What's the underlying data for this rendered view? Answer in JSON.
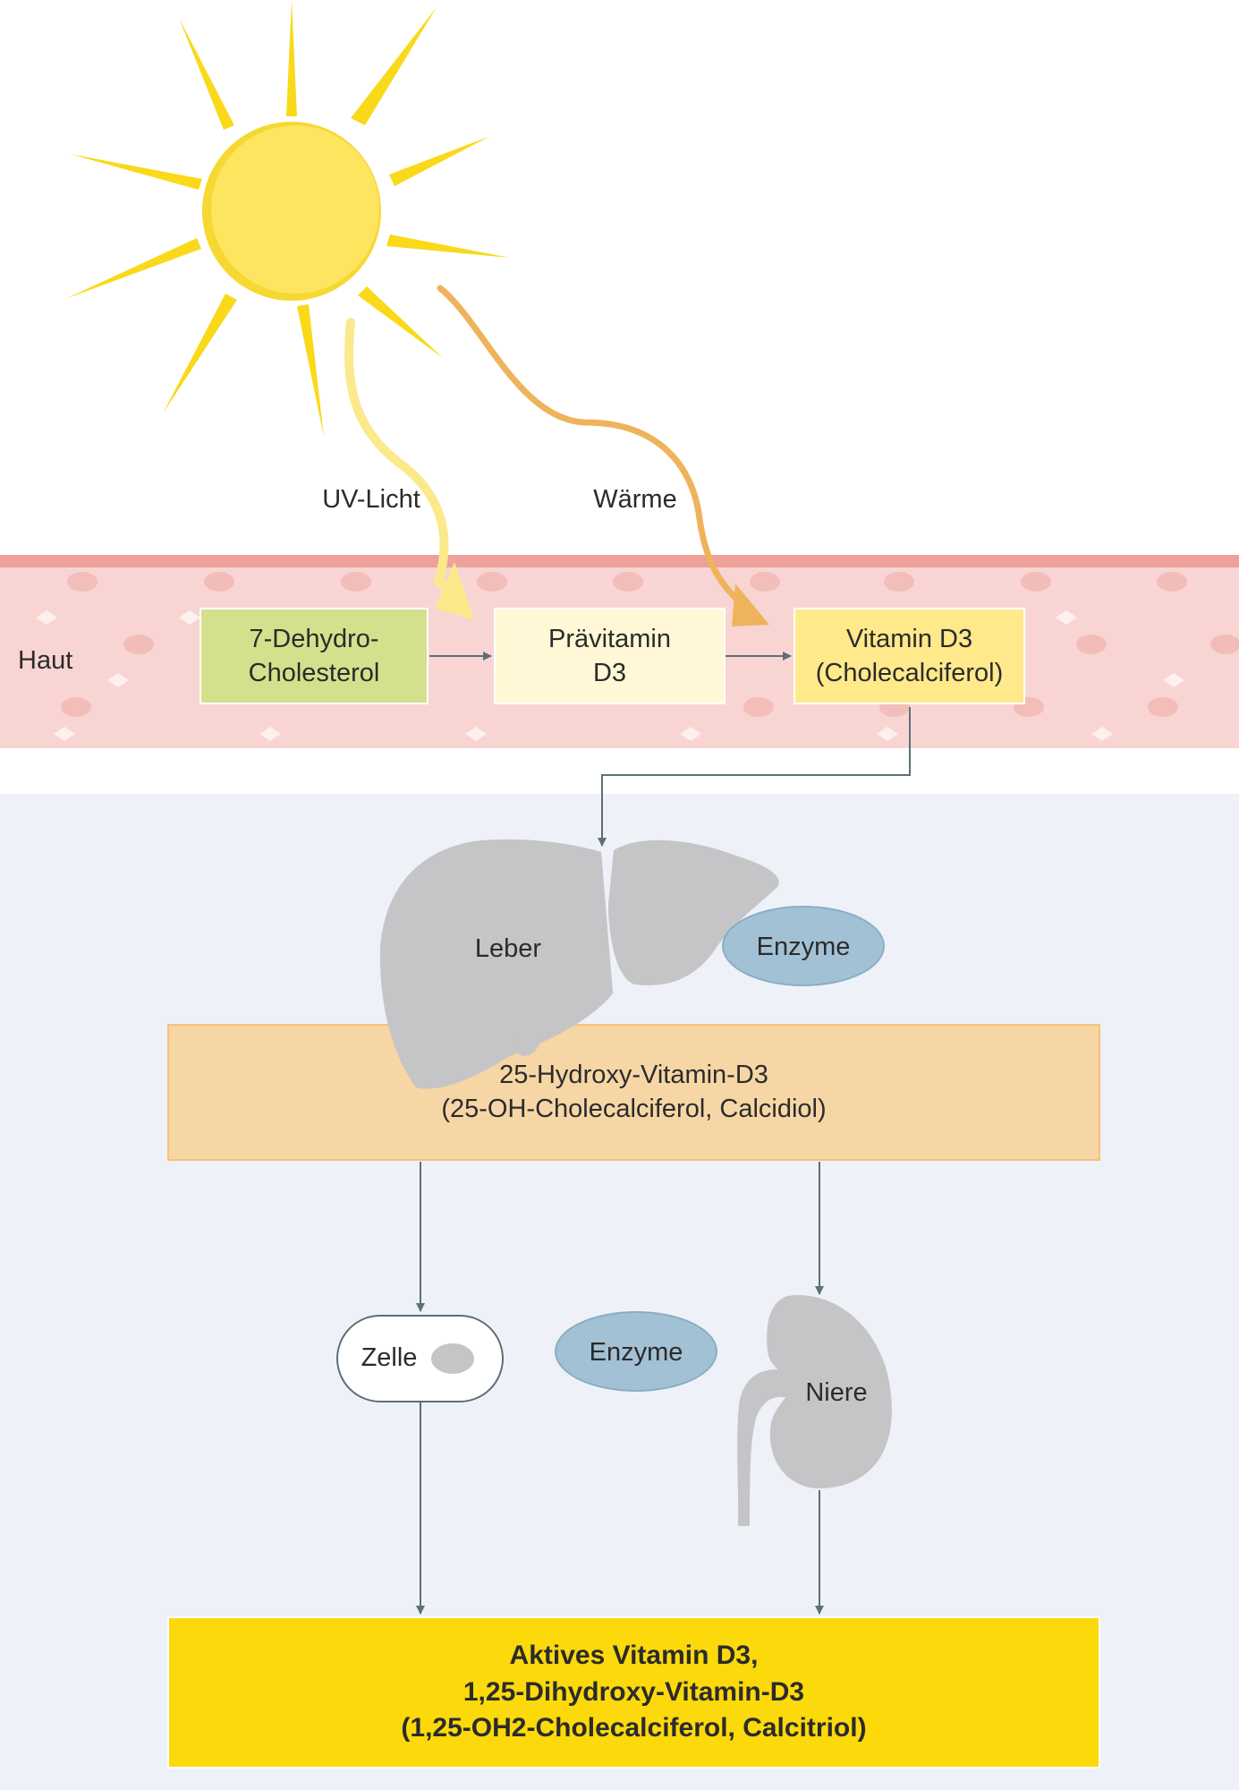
{
  "colors": {
    "sun": "#fde55f",
    "sun_rays": "#f9d91a",
    "skin": "#f8d5d3",
    "skin_top": "#eda19a",
    "body_bg": "#eff1f9",
    "organ": "#c5c5c7",
    "enzyme": "#a3c1d4",
    "arrow": "#5d6f78",
    "uv_arrow": "#fbe98c",
    "heat_arrow": "#efb35c"
  },
  "labels": {
    "uv": "UV-Licht",
    "heat": "Wärme",
    "skin": "Haut",
    "liver": "Leber",
    "enzyme_liver": "Enzyme",
    "enzyme_kidney": "Enzyme",
    "cell": "Zelle",
    "kidney": "Niere"
  },
  "boxes": {
    "dehydrocholesterol": "7-Dehydro-\nCholesterol",
    "previtamin": "Prävitamin\nD3",
    "vitamin_d3": "Vitamin D3\n(Cholecalciferol)",
    "calcidiol": "25-Hydroxy-Vitamin-D3\n(25-OH-Cholecalciferol, Calcidiol)",
    "active": "Aktives Vitamin D3,\n1,25-Dihydroxy-Vitamin-D3\n(1,25-OH2-Cholecalciferol, Calcitriol)"
  }
}
